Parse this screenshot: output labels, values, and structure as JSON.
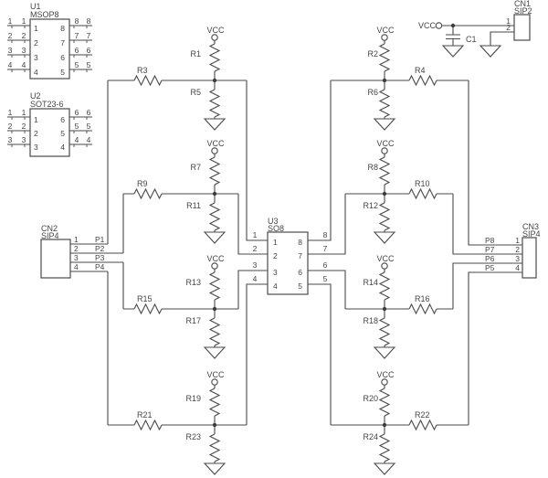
{
  "colors": {
    "background": "#ffffff",
    "line": "#4a4a4a",
    "text": "#454545"
  },
  "power": {
    "vcc_label": "VCC"
  },
  "capacitor": {
    "ref": "C1"
  },
  "components": {
    "u1": {
      "ref": "U1",
      "package": "MSOP8",
      "left_pins": [
        "1",
        "2",
        "3",
        "4"
      ],
      "right_pins": [
        "8",
        "7",
        "6",
        "5"
      ]
    },
    "u2": {
      "ref": "U2",
      "package": "SOT23-6",
      "left_pins": [
        "1",
        "2",
        "3"
      ],
      "right_pins": [
        "6",
        "5",
        "4"
      ]
    },
    "u3": {
      "ref": "U3",
      "package": "SO8",
      "left_pins": [
        "1",
        "2",
        "3",
        "4"
      ],
      "right_pins": [
        "8",
        "7",
        "6",
        "5"
      ]
    },
    "cn1": {
      "ref": "CN1",
      "package": "SIP2",
      "pins": [
        "1",
        "2"
      ]
    },
    "cn2": {
      "ref": "CN2",
      "package": "SIP4",
      "pins": [
        "1",
        "2",
        "3",
        "4"
      ],
      "nets": [
        "P1",
        "P2",
        "P3",
        "P4"
      ]
    },
    "cn3": {
      "ref": "CN3",
      "package": "SIP4",
      "pins": [
        "1",
        "2",
        "3",
        "4"
      ],
      "nets": [
        "P8",
        "P7",
        "P6",
        "P5"
      ]
    }
  },
  "rungs": [
    {
      "pullup": "R1",
      "series": "R3",
      "pulldown": "R5"
    },
    {
      "pullup": "R7",
      "series": "R9",
      "pulldown": "R11"
    },
    {
      "pullup": "R13",
      "series": "R15",
      "pulldown": "R17"
    },
    {
      "pullup": "R19",
      "series": "R21",
      "pulldown": "R23"
    },
    {
      "pullup": "R2",
      "series": "R4",
      "pulldown": "R6"
    },
    {
      "pullup": "R8",
      "series": "R10",
      "pulldown": "R12"
    },
    {
      "pullup": "R14",
      "series": "R16",
      "pulldown": "R18"
    },
    {
      "pullup": "R20",
      "series": "R22",
      "pulldown": "R24"
    }
  ]
}
